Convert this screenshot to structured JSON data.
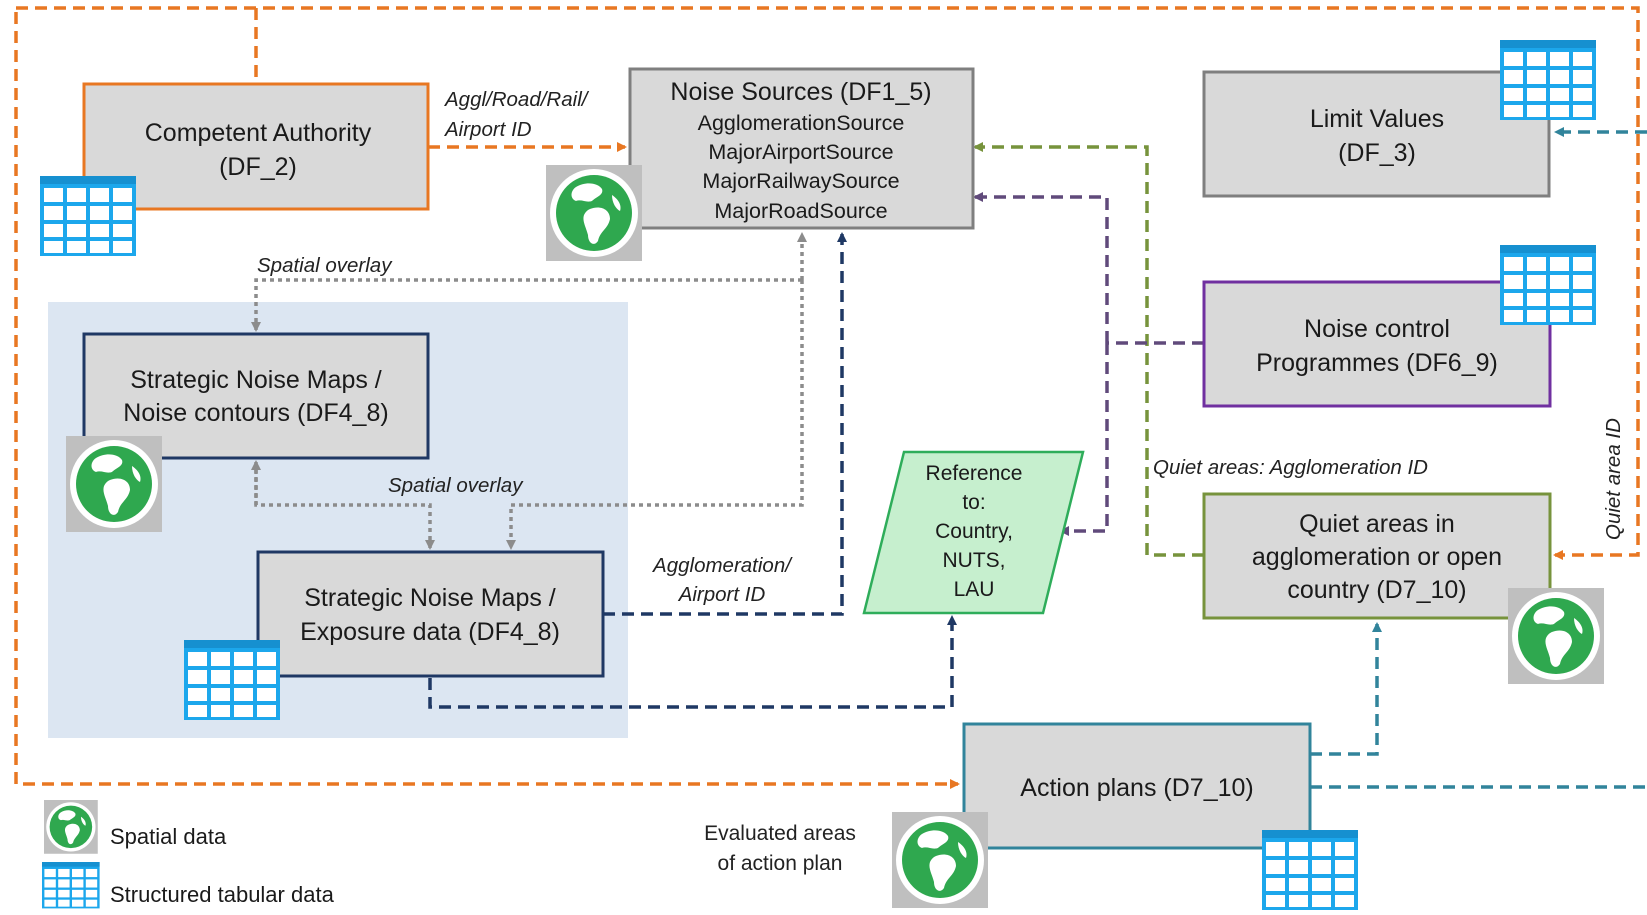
{
  "boxes": {
    "competent_authority": [
      "Competent Authority",
      "(DF_2)"
    ],
    "noise_sources": [
      "Noise Sources (DF1_5)",
      "AgglomerationSource",
      "MajorAirportSource",
      "MajorRailwaySource",
      "MajorRoadSource"
    ],
    "limit_values": [
      "Limit Values",
      "(DF_3)"
    ],
    "noise_control": [
      "Noise control",
      "Programmes  (DF6_9)"
    ],
    "snm_contours": [
      "Strategic Noise Maps /",
      "Noise contours (DF4_8)"
    ],
    "snm_exposure": [
      "Strategic Noise Maps /",
      "Exposure data (DF4_8)"
    ],
    "reference": [
      "Reference",
      "to:",
      "Country,",
      "NUTS,",
      "LAU"
    ],
    "quiet_areas": [
      "Quiet areas in",
      "agglomeration or open",
      "country (D7_10)"
    ],
    "action_plans": [
      "Action plans (D7_10)"
    ]
  },
  "labels": {
    "aggl_road_rail": "Aggl/Road/Rail/",
    "airport_id": "Airport ID",
    "spatial_overlay_top": "Spatial overlay",
    "spatial_overlay_mid": "Spatial overlay",
    "agglomeration": "Agglomeration/",
    "agglomeration_airport_id": "Airport ID",
    "quiet_agglomeration_id": "Quiet areas: Agglomeration ID",
    "quiet_area_id": "Quiet area ID",
    "evaluated_1": "Evaluated areas",
    "evaluated_2": "of action plan"
  },
  "legend": {
    "spatial": "Spatial data",
    "tabular": "Structured tabular data"
  },
  "colors": {
    "orange": "#E87722",
    "green": "#77933C",
    "purple": "#604A7B",
    "navy": "#1F3864",
    "gray": "#8C8C8C",
    "teal": "#31849B",
    "box_fill": "#D9D9D9",
    "ref_fill": "#C6EFCE",
    "ref_stroke": "#2EAD5A",
    "region_fill": "#DCE6F2",
    "table_blue": "#1CA7EC",
    "globe_green": "#2FA84F"
  }
}
